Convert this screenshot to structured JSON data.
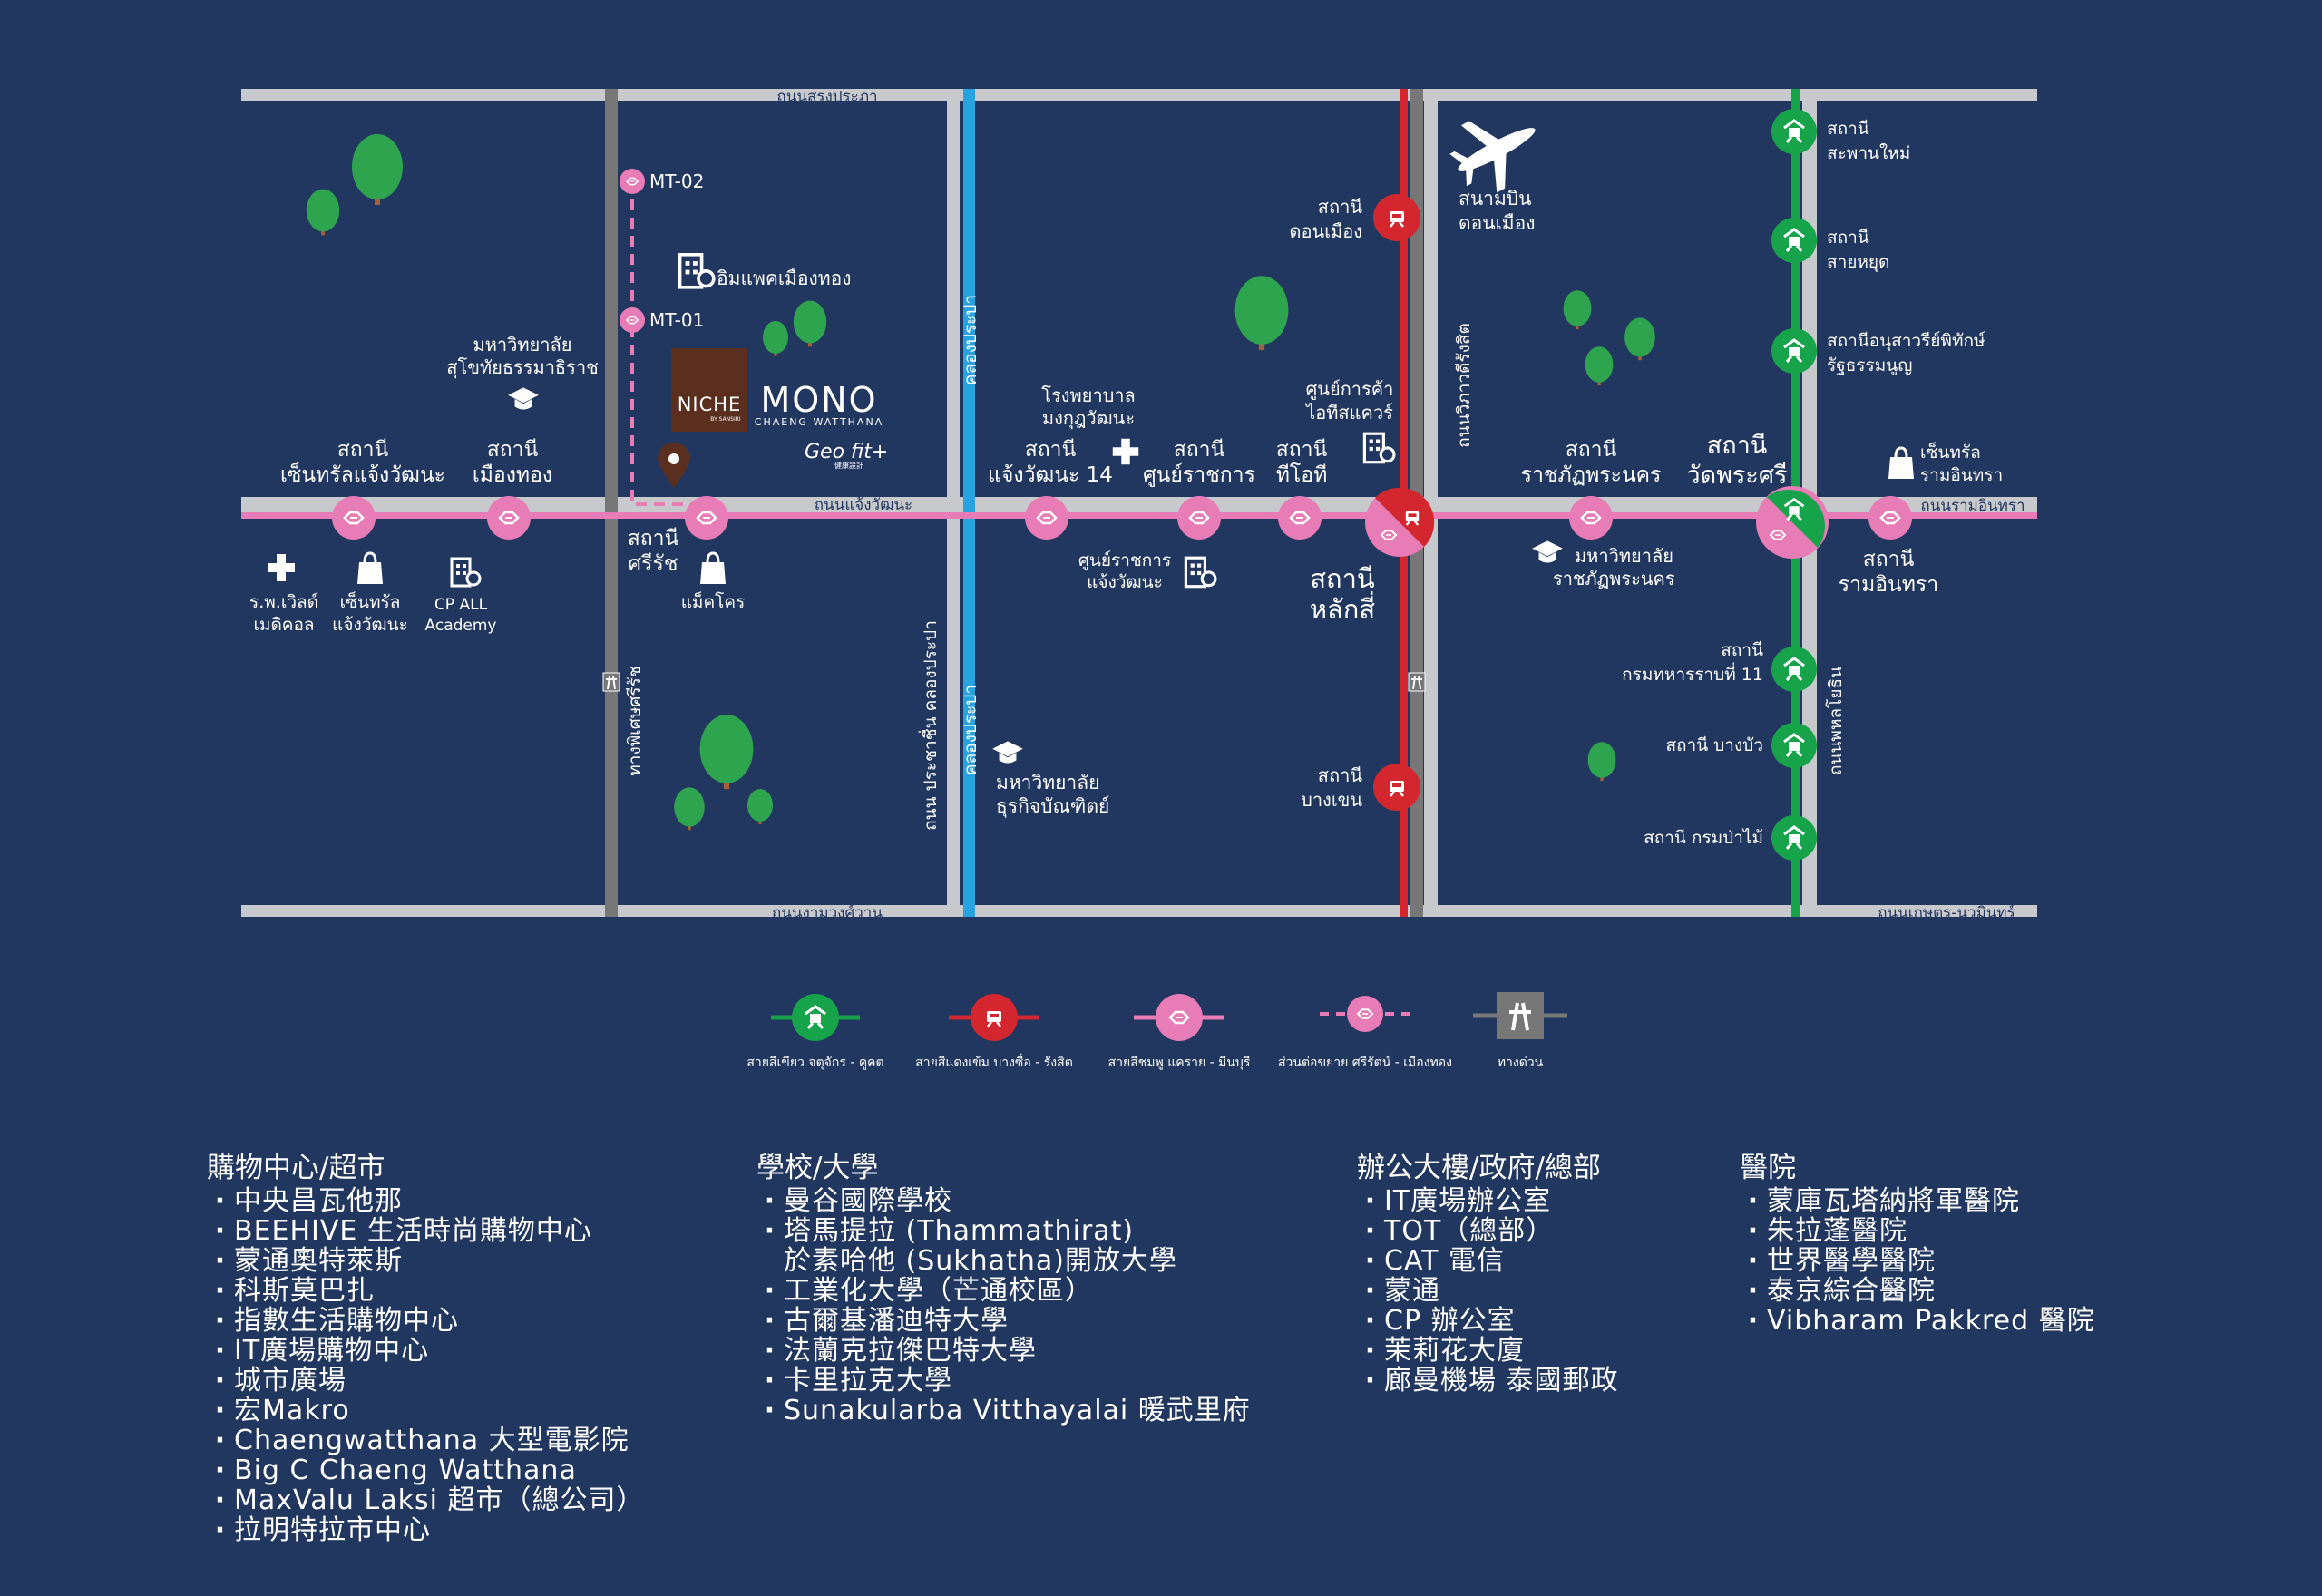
{
  "roads": {
    "top": "ถนนสรงประภา",
    "main": "ถนนแจ้งวัฒนะ",
    "bottom": "ถนนงามวงศ์วาน",
    "sriratch": "ทางพิเศษศรีรัช",
    "prachachuen": "ถนน ประชาชื่น คลองประปา",
    "canal_upper": "คลองประปา",
    "canal_lower": "คลองประปา",
    "vibhavadi": "ถนนวิภาวดีรังสิต",
    "ramintra": "ถนนรามอินทรา",
    "kaset": "ถนนเกษตร-นวมินทร์",
    "phahonyothin": "ถนนพหลโยธิน"
  },
  "stations_pink": [
    {
      "name1": "สถานี",
      "name2": "เซ็นทรัลแจ้งวัฒนะ"
    },
    {
      "name1": "สถานี",
      "name2": "เมืองทอง"
    },
    {
      "name1": "สถานี",
      "name2": "ศรีรัช"
    },
    {
      "name1": "สถานี",
      "name2": "แจ้งวัฒนะ 14"
    },
    {
      "name1": "สถานี",
      "name2": "ศูนย์ราชการ"
    },
    {
      "name1": "สถานี",
      "name2": "ทีโอที"
    },
    {
      "name1": "สถานี",
      "name2": "หลักสี่"
    },
    {
      "name1": "สถานี",
      "name2": "ราชภัฏพระนคร"
    },
    {
      "name1": "สถานี",
      "name2": "วัดพระศรี"
    },
    {
      "name1": "สถานี",
      "name2": "รามอินทรา"
    }
  ],
  "extension": {
    "mt02": "MT-02",
    "mt01": "MT-01"
  },
  "stations_red": [
    {
      "name1": "สถานี",
      "name2": "ดอนเมือง"
    },
    {
      "name1": "สถานี",
      "name2": "บางเขน"
    }
  ],
  "stations_green": [
    {
      "name1": "สถานี",
      "name2": "สะพานใหม่"
    },
    {
      "name1": "สถานี",
      "name2": "สายหยุด"
    },
    {
      "name1": "สถานีอนุสาวรีย์พิทักษ์",
      "name2": "รัฐธรรมนูญ"
    },
    {
      "name1": "สถานี",
      "name2": "กรมทหารราบที่ 11"
    },
    {
      "name1": "สถานี บางบัว",
      "name2": ""
    },
    {
      "name1": "สถานี กรมป่าไม้",
      "name2": ""
    }
  ],
  "places": {
    "airport1": "สนามบิน",
    "airport2": "ดอนเมือง",
    "impact": "อิมแพคเมืองทอง",
    "stou1": "มหาวิทยาลัย",
    "stou2": "สุโขทัยธรรมาธิราช",
    "hospital1": "ร.พ.เวิลด์",
    "hospital2": "เมดิคอล",
    "central1": "เซ็นทรัล",
    "central2": "แจ้งวัฒนะ",
    "cpall1": "CP ALL",
    "cpall2": "Academy",
    "makro": "แม็คโคร",
    "mongkut1": "โรงพยาบาล",
    "mongkut2": "มงกุฎวัฒนะ",
    "gov1": "ศูนย์ราชการ",
    "gov2": "แจ้งวัฒนะ",
    "itsquare1": "ศูนย์การค้า",
    "itsquare2": "ไอทีสแควร์",
    "dpu1": "มหาวิทยาลัย",
    "dpu2": "ธุรกิจบัณฑิตย์",
    "pnru1": "มหาวิทยาลัย",
    "pnru2": "ราชภัฏพระนคร",
    "centralram1": "เซ็นทรัล",
    "centralram2": "รามอินทรา"
  },
  "project": {
    "niche": "NICHE",
    "niche_sub": "BY SANSIRI",
    "mono": "MONO",
    "mono_sub": "CHAENG WATTHANA",
    "geofit": "Geo fit+",
    "geofit_sub": "健康設計"
  },
  "line_legend": [
    {
      "label": "สายสีเขียว จตุจักร - คูคต",
      "color": "#16a34a"
    },
    {
      "label": "สายสีแดงเข้ม บางซื่อ - รังสิต",
      "color": "#d3262e"
    },
    {
      "label": "สายสีชมพู แคราย - มีนบุรี",
      "color": "#e87cb6"
    },
    {
      "label": "ส่วนต่อขยาย ศรีรัตน์ - เมืองทอง",
      "color": "#e87cb6"
    },
    {
      "label": "ทางด่วน",
      "color": "#777777"
    }
  ],
  "colors": {
    "background": "#22375f",
    "road": "#c7c9cc",
    "expressway": "#777777",
    "canal": "#29a3e0",
    "pink": "#e87cb6",
    "red": "#d3262e",
    "green": "#16a34a",
    "tree": "#2ea44f",
    "trunk": "#a0603a",
    "project": "#5a2f1f"
  },
  "lists": {
    "shopping": {
      "title": "購物中心/超市",
      "items": [
        "中央昌瓦他那",
        "BEEHIVE 生活時尚購物中心",
        "蒙通奧特萊斯",
        "科斯莫巴扎",
        "指數生活購物中心",
        "IT廣場購物中心",
        "城市廣場",
        "宏Makro",
        "Chaengwatthana 大型電影院",
        "Big C Chaeng Watthana",
        "MaxValu Laksi 超市（總公司）",
        "拉明特拉市中心"
      ]
    },
    "schools": {
      "title": "學校/大學",
      "items": [
        "曼谷國際學校",
        "塔馬提拉 (Thammathirat)",
        "於素哈他 (Sukhatha)開放大學",
        "工業化大學（芒通校區）",
        "古爾基潘迪特大學",
        "法蘭克拉傑巴特大學",
        "卡里拉克大學",
        "Sunakularba Vitthayalai 暖武里府"
      ]
    },
    "offices": {
      "title": "辦公大樓/政府/總部",
      "items": [
        "IT廣場辦公室",
        "TOT（總部）",
        "CAT 電信",
        "蒙通",
        "CP 辦公室",
        "茉莉花大廈",
        "廊曼機場 泰國郵政"
      ]
    },
    "hospitals": {
      "title": "醫院",
      "items": [
        "蒙庫瓦塔納將軍醫院",
        "朱拉蓬醫院",
        "世界醫學醫院",
        "泰京綜合醫院",
        "Vibharam Pakkred 醫院"
      ]
    }
  }
}
